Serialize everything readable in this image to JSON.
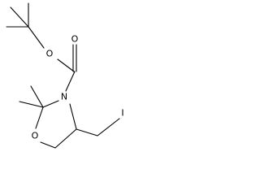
{
  "molecule": {
    "atoms": {
      "carbonyl_oxygen": "O",
      "ester_oxygen": "O",
      "ring_nitrogen": "N",
      "ring_oxygen": "O",
      "iodine": "I"
    }
  }
}
